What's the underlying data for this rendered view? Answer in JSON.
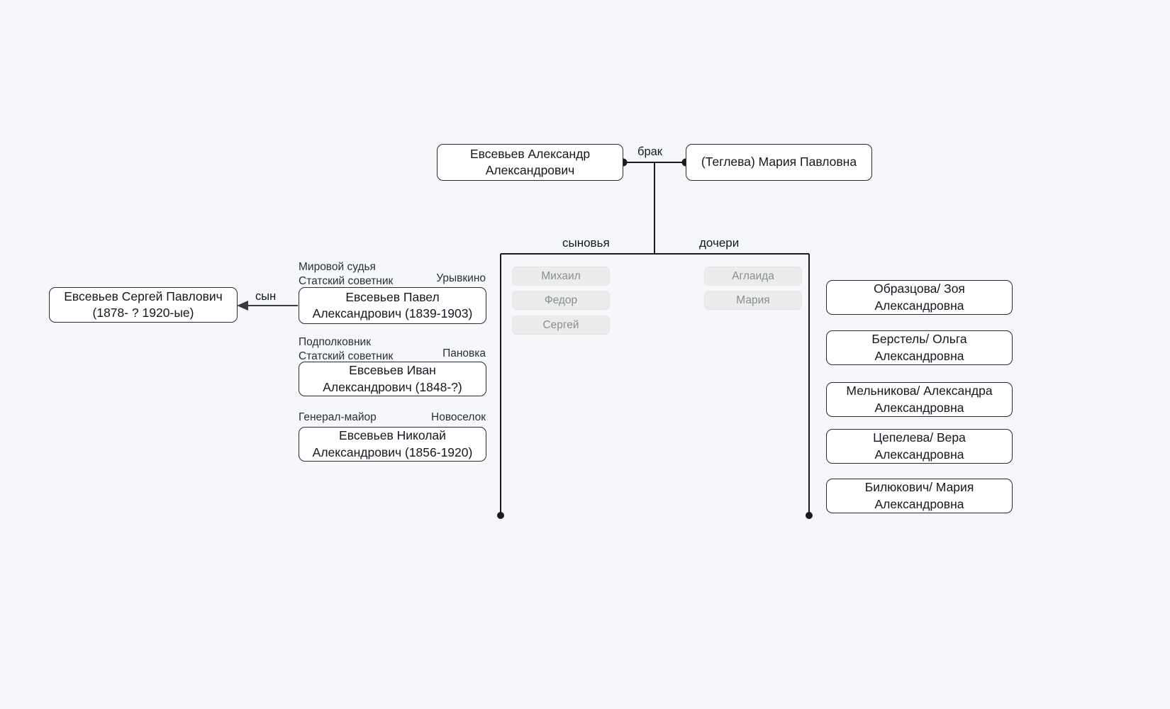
{
  "diagram": {
    "title_nodes": {
      "father": "Евсевьев Александр Александрович",
      "mother": "(Теглева) Мария Павловна",
      "marriage_label": "брак"
    },
    "rails": {
      "sons_label": "сыновья",
      "daughters_label": "дочери"
    },
    "son_chips": [
      "Михаил",
      "Федор",
      "Сергей"
    ],
    "daughter_chips": [
      "Аглаида",
      "Мария"
    ],
    "sons_detailed": [
      {
        "rank_line1": "Мировой судья",
        "rank_line2": "Статский советник",
        "place": "Урывкино",
        "name": "Евсевьев Павел Александрович (1839-1903)"
      },
      {
        "rank_line1": "Подполковник",
        "rank_line2": "Статский советник",
        "place": "Пановка",
        "name": "Евсевьев Иван Александрович (1848-?)"
      },
      {
        "rank_line1": "Генерал-майор",
        "rank_line2": "",
        "place": "Новоселок",
        "name": "Евсевьев Николай Александрович (1856-1920)"
      }
    ],
    "grandson": {
      "relation_label": "сын",
      "name": "Евсевьев Сергей Павлович (1878- ? 1920-ые)"
    },
    "daughters_married": [
      "Образцова/ Зоя Александровна",
      "Берстель/ Ольга Александровна",
      "Мельникова/ Александра Александровна",
      "Цепелева/ Вера Александровна",
      "Билюкович/ Мария Александровна"
    ],
    "colors": {
      "background": "#f5f7fa",
      "node_border": "#2b2b2b",
      "node_fill": "#ffffff",
      "wire": "#1b1b1b",
      "chip_fill": "#ebecec",
      "chip_text": "#8a8d91",
      "text": "#14181f"
    }
  }
}
